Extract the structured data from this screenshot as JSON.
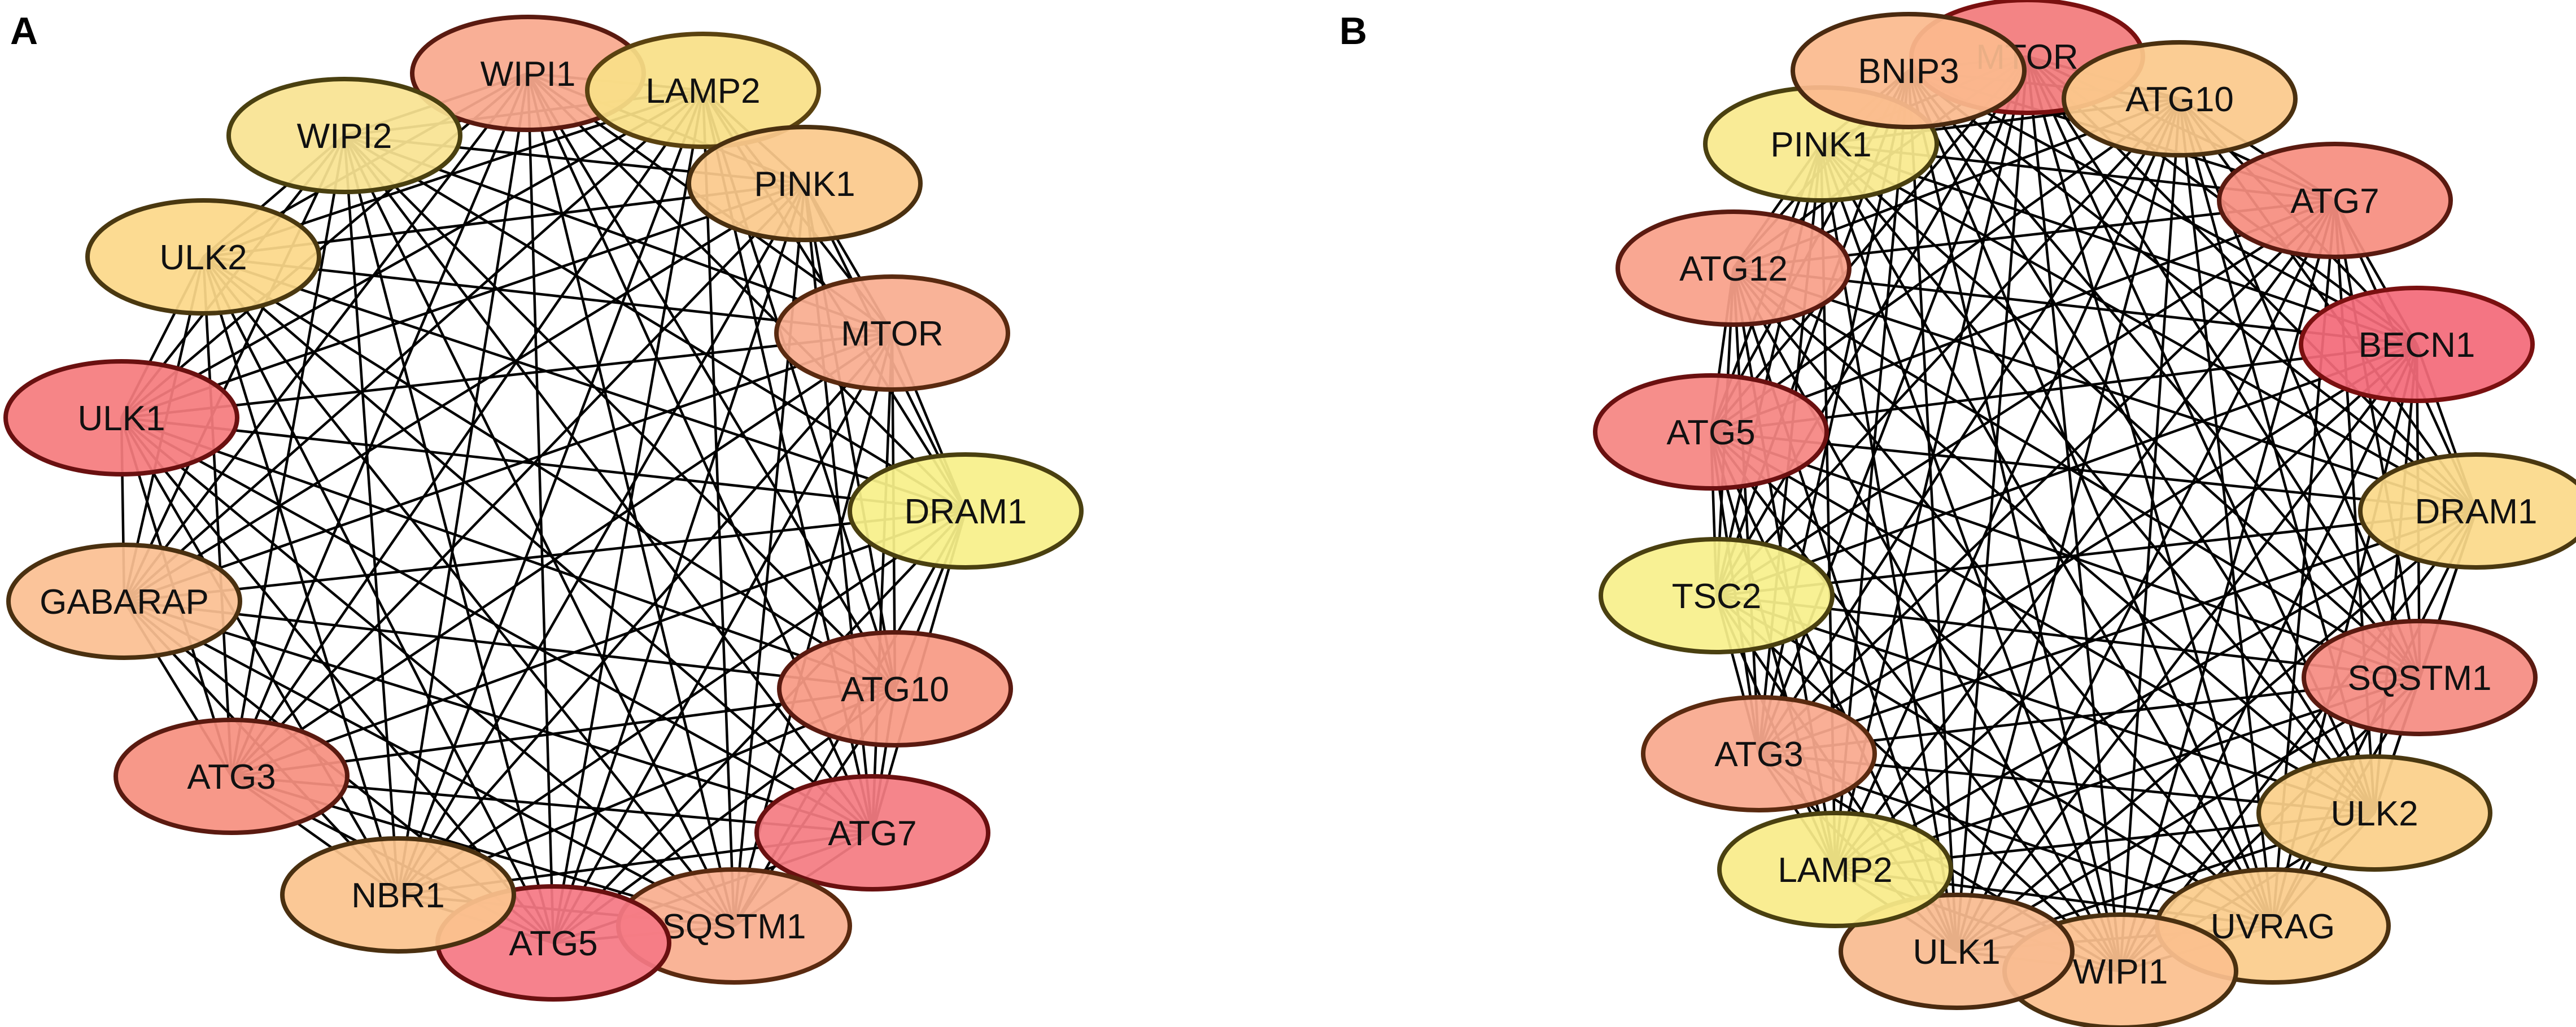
{
  "panels": [
    {
      "label": "A",
      "nodes": [
        {
          "name": "WIPI1",
          "color": "#f9a98e",
          "border": "#5a1a10"
        },
        {
          "name": "LAMP2",
          "color": "#f9e088",
          "border": "#5a4210"
        },
        {
          "name": "PINK1",
          "color": "#fbc98c",
          "border": "#4a3010"
        },
        {
          "name": "MTOR",
          "color": "#f9ad90",
          "border": "#5a2a10"
        },
        {
          "name": "DRAM1",
          "color": "#f7f08a",
          "border": "#4a4010"
        },
        {
          "name": "ATG10",
          "color": "#f79a84",
          "border": "#5a1a10"
        },
        {
          "name": "ATG7",
          "color": "#f47c82",
          "border": "#6a1010"
        },
        {
          "name": "SQSTM1",
          "color": "#f9ae8f",
          "border": "#5a2a10"
        },
        {
          "name": "ATG5",
          "color": "#f57884",
          "border": "#6a1010"
        },
        {
          "name": "NBR1",
          "color": "#fbc48e",
          "border": "#4a3010"
        },
        {
          "name": "ATG3",
          "color": "#f69080",
          "border": "#5a1a10"
        },
        {
          "name": "GABARAP",
          "color": "#fbc092",
          "border": "#4a3010"
        },
        {
          "name": "ULK1",
          "color": "#f57c7e",
          "border": "#6a1010"
        },
        {
          "name": "ULK2",
          "color": "#fcd88a",
          "border": "#4a3810"
        },
        {
          "name": "WIPI2",
          "color": "#f9e392",
          "border": "#4a4010"
        }
      ]
    },
    {
      "label": "B",
      "nodes": [
        {
          "name": "MTOR",
          "color": "#f27b7c",
          "border": "#7a1010"
        },
        {
          "name": "ATG10",
          "color": "#fbc98c",
          "border": "#4a3010"
        },
        {
          "name": "ATG7",
          "color": "#f68e80",
          "border": "#5a1a10"
        },
        {
          "name": "BECN1",
          "color": "#f36b7a",
          "border": "#7a1010"
        },
        {
          "name": "DRAM1",
          "color": "#fbd98a",
          "border": "#4a3810"
        },
        {
          "name": "SQSTM1",
          "color": "#f58c82",
          "border": "#5a1a10"
        },
        {
          "name": "ULK2",
          "color": "#fbd08a",
          "border": "#4a3810"
        },
        {
          "name": "UVRAG",
          "color": "#fbcc8c",
          "border": "#4a3010"
        },
        {
          "name": "WIPI1",
          "color": "#fbc08e",
          "border": "#4a3010"
        },
        {
          "name": "ULK1",
          "color": "#f9bb90",
          "border": "#4a2a10"
        },
        {
          "name": "LAMP2",
          "color": "#f9ec8a",
          "border": "#4a4010"
        },
        {
          "name": "ATG3",
          "color": "#f9a98e",
          "border": "#5a2a10"
        },
        {
          "name": "TSC2",
          "color": "#f8f08c",
          "border": "#4a4010"
        },
        {
          "name": "ATG5",
          "color": "#f58582",
          "border": "#6a1010"
        },
        {
          "name": "ATG12",
          "color": "#f9a08a",
          "border": "#5a1a10"
        },
        {
          "name": "PINK1",
          "color": "#f9ea8e",
          "border": "#4a4010"
        },
        {
          "name": "BNIP3",
          "color": "#fbba8e",
          "border": "#4a2a10"
        }
      ]
    }
  ]
}
